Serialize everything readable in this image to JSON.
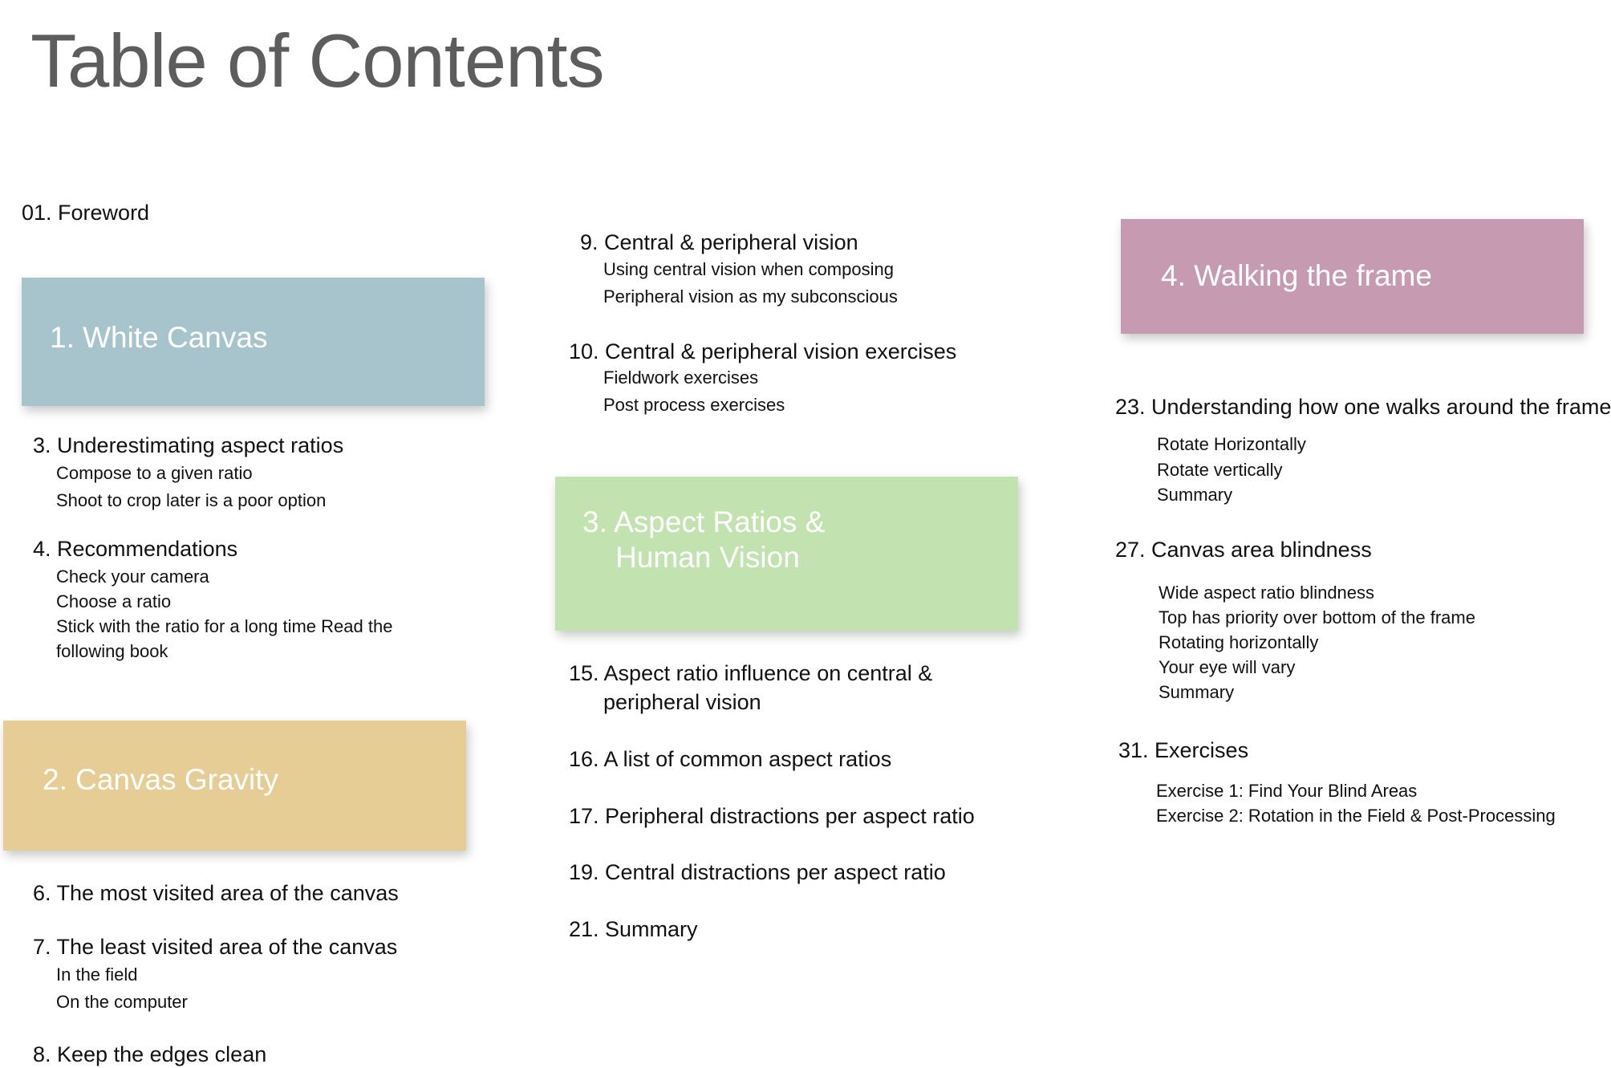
{
  "title": "Table of Contents",
  "colors": {
    "white_canvas": "#a7c4cc",
    "canvas_gravity": "#e6cd95",
    "aspect_ratios": "#c2e3b0",
    "walking_frame": "#c69bb1"
  },
  "foreword": "01. Foreword",
  "sections": {
    "white_canvas": "1. White Canvas",
    "canvas_gravity": "2. Canvas Gravity",
    "aspect_ratios": "3. Aspect Ratios &\n    Human Vision",
    "walking_frame": "4. Walking the frame"
  },
  "col1": {
    "ch3": {
      "title": "3. Underestimating aspect ratios",
      "items": [
        "Compose to a given ratio",
        "Shoot to crop later is a poor option"
      ]
    },
    "ch4": {
      "title": "4. Recommendations",
      "items": [
        "Check your camera",
        "Choose a ratio",
        "Stick with the ratio for a long time Read the",
        "following book"
      ]
    },
    "ch6": "6. The most visited area of the canvas",
    "ch7": {
      "title": "7. The least visited area of the canvas",
      "items": [
        "In the field",
        "On the computer"
      ]
    },
    "ch8": "8. Keep the edges clean"
  },
  "col2": {
    "ch9": {
      "title": "9. Central & peripheral vision",
      "items": [
        "Using central vision when composing",
        "Peripheral vision as my subconscious"
      ]
    },
    "ch10": {
      "title": "10. Central & peripheral vision exercises",
      "items": [
        "Fieldwork exercises",
        "Post process exercises"
      ]
    },
    "ch15": {
      "line1": "15. Aspect ratio influence on central &",
      "line2": "peripheral vision"
    },
    "ch16": "16. A list of common aspect ratios",
    "ch17": "17. Peripheral distractions per aspect ratio",
    "ch19": "19. Central distractions per aspect ratio",
    "ch21": "21. Summary"
  },
  "col3": {
    "ch23": {
      "title": "23. Understanding how one walks around the frame",
      "items": [
        "Rotate Horizontally",
        "Rotate vertically",
        "Summary"
      ]
    },
    "ch27": {
      "title": "27. Canvas area blindness",
      "items": [
        "Wide aspect ratio blindness",
        "Top has priority over bottom of the frame",
        "Rotating horizontally",
        "Your eye will vary",
        "Summary"
      ]
    },
    "ch31": {
      "title": "31. Exercises",
      "items": [
        "Exercise 1: Find Your Blind Areas",
        "Exercise 2: Rotation in the Field & Post-Processing"
      ]
    }
  }
}
